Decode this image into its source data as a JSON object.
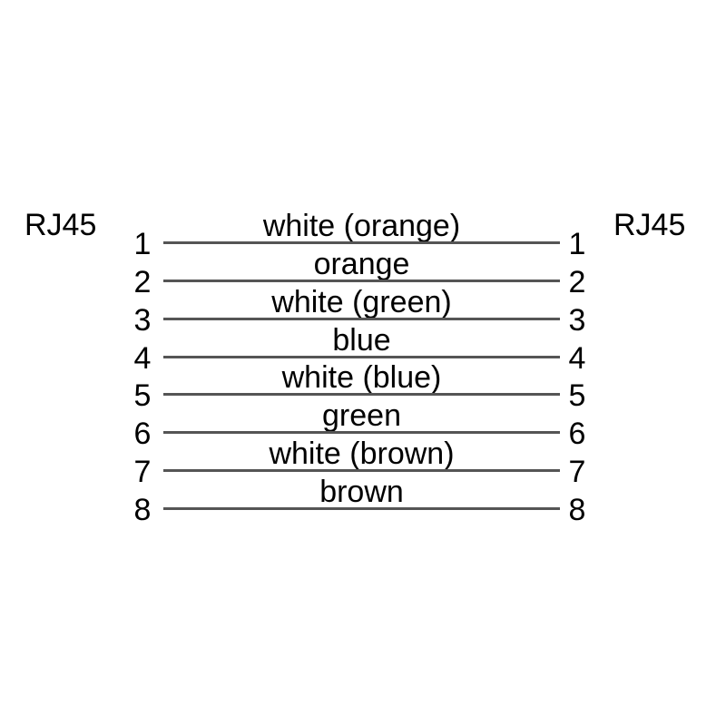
{
  "diagram": {
    "type": "rj45-straight-through-cable-pinout",
    "left_connector": "RJ45",
    "right_connector": "RJ45",
    "wires": [
      {
        "pin_left": "1",
        "label": "white (orange)",
        "pin_right": "1"
      },
      {
        "pin_left": "2",
        "label": "orange",
        "pin_right": "2"
      },
      {
        "pin_left": "3",
        "label": "white (green)",
        "pin_right": "3"
      },
      {
        "pin_left": "4",
        "label": "blue",
        "pin_right": "4"
      },
      {
        "pin_left": "5",
        "label": "white (blue)",
        "pin_right": "5"
      },
      {
        "pin_left": "6",
        "label": "green",
        "pin_right": "6"
      },
      {
        "pin_left": "7",
        "label": "white (brown)",
        "pin_right": "7"
      },
      {
        "pin_left": "8",
        "label": "brown",
        "pin_right": "8"
      }
    ],
    "colors": {
      "background": "#ffffff",
      "text": "#000000",
      "wire_line": "#555555"
    }
  }
}
